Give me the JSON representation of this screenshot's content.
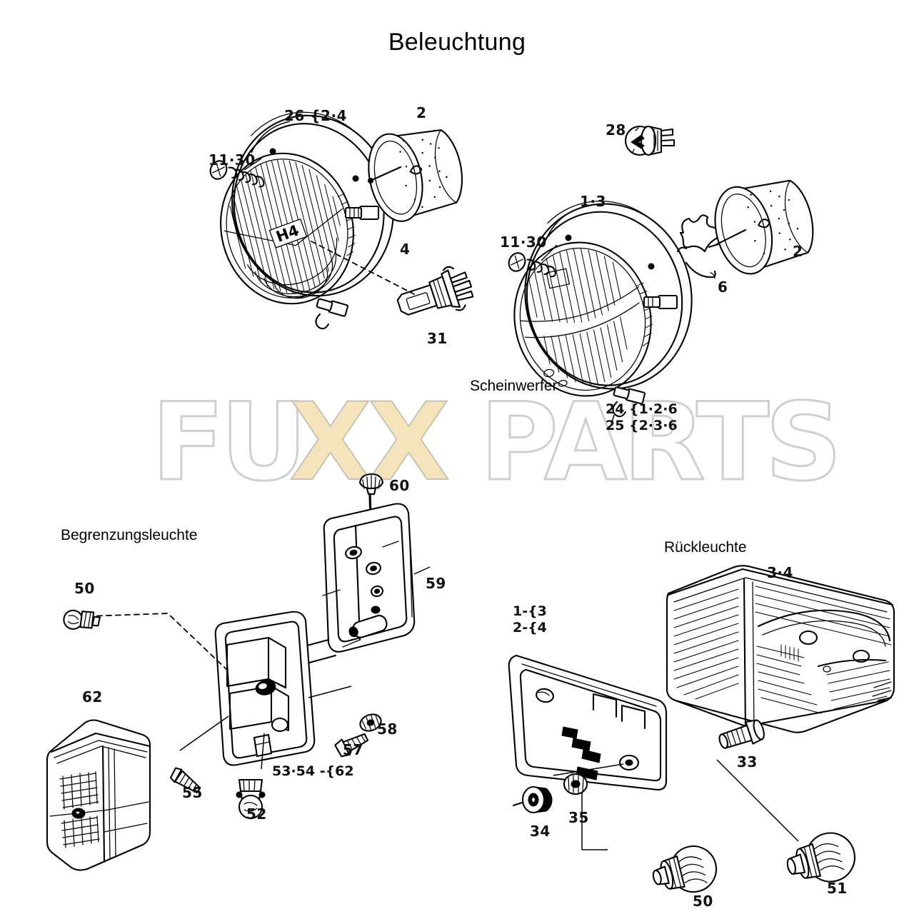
{
  "page": {
    "title": "Beleuchtung",
    "watermark": {
      "part1": "FU",
      "part2": "XX",
      "part3": "PARTS",
      "fill_color": "#f5e3bb",
      "outline_color": "#cfcfcf"
    }
  },
  "sections": [
    {
      "id": "scheinwerfer",
      "label": "Scheinwerfer"
    },
    {
      "id": "begrenzungsleuchte",
      "label": "Begrenzungsleuchte"
    },
    {
      "id": "rueckleuchte",
      "label": "Rückleuchte"
    }
  ],
  "callouts": {
    "headlight_left": {
      "top_bracket": "26 {2·4",
      "screw": "11·30",
      "reflector": "2",
      "lens_ref": "4",
      "bulb": "31"
    },
    "headlight_right": {
      "socket": "28",
      "screw": "11·30",
      "housing": "1·3",
      "reflector": "2",
      "clip": "6",
      "bracket_a": "24 {1·2·6",
      "bracket_b": "25 {2·3·6"
    },
    "marker_light": {
      "knob": "60",
      "housing": "59",
      "bulb_top": "50",
      "lens": "62",
      "washer": "58",
      "screw": "57",
      "screw_small": "55",
      "socket": "52",
      "bracket": "53·54 -{62"
    },
    "tail_light": {
      "bracket_a": "1-{3",
      "bracket_b": "2-{4",
      "lens": "3·4",
      "bolt": "33",
      "nut": "34",
      "washer": "35",
      "bulb_a": "50",
      "bulb_b": "51"
    }
  },
  "markings": {
    "lens_code": "H4"
  }
}
